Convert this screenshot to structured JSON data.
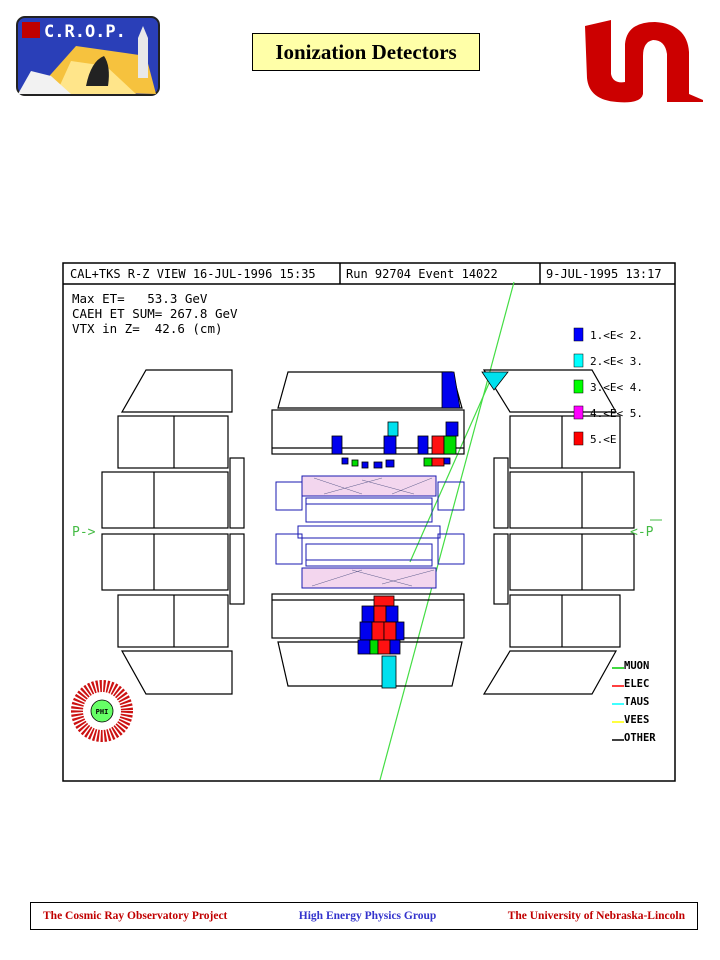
{
  "page": {
    "title": "Ionization Detectors",
    "logo_left_text": "C.R.O.P.",
    "footer": {
      "left": "The Cosmic Ray Observatory Project",
      "center": "High Energy Physics Group",
      "right": "The University of Nebraska-Lincoln"
    }
  },
  "display": {
    "header": {
      "view": "CAL+TKS R-Z VIEW 16-JUL-1996 15:35",
      "run_event": "Run   92704 Event   14022",
      "date": "9-JUL-1995 13:17"
    },
    "info": {
      "line1": "Max ET=   53.3 GeV",
      "line2": "CAEH ET SUM= 267.8 GeV",
      "line3": "VTX in Z=  42.6 (cm)"
    },
    "energy_legend": [
      {
        "label": "1.<E< 2.",
        "color": "#0000ff"
      },
      {
        "label": "2.<E< 3.",
        "color": "#00ffff"
      },
      {
        "label": "3.<E< 4.",
        "color": "#00ff00"
      },
      {
        "label": "4.<E< 5.",
        "color": "#ff00ff"
      },
      {
        "label": "5.<E",
        "color": "#ff0000"
      }
    ],
    "track_legend": [
      {
        "label": "MUON",
        "color": "#00cc00"
      },
      {
        "label": "ELEC",
        "color": "#ff0000"
      },
      {
        "label": "TAUS",
        "color": "#00ffff"
      },
      {
        "label": "VEES",
        "color": "#ffff00"
      },
      {
        "label": "OTHER",
        "color": "#000000"
      }
    ],
    "beam_left": "P->",
    "beam_right": "<-P",
    "phi_label": "PHI"
  }
}
